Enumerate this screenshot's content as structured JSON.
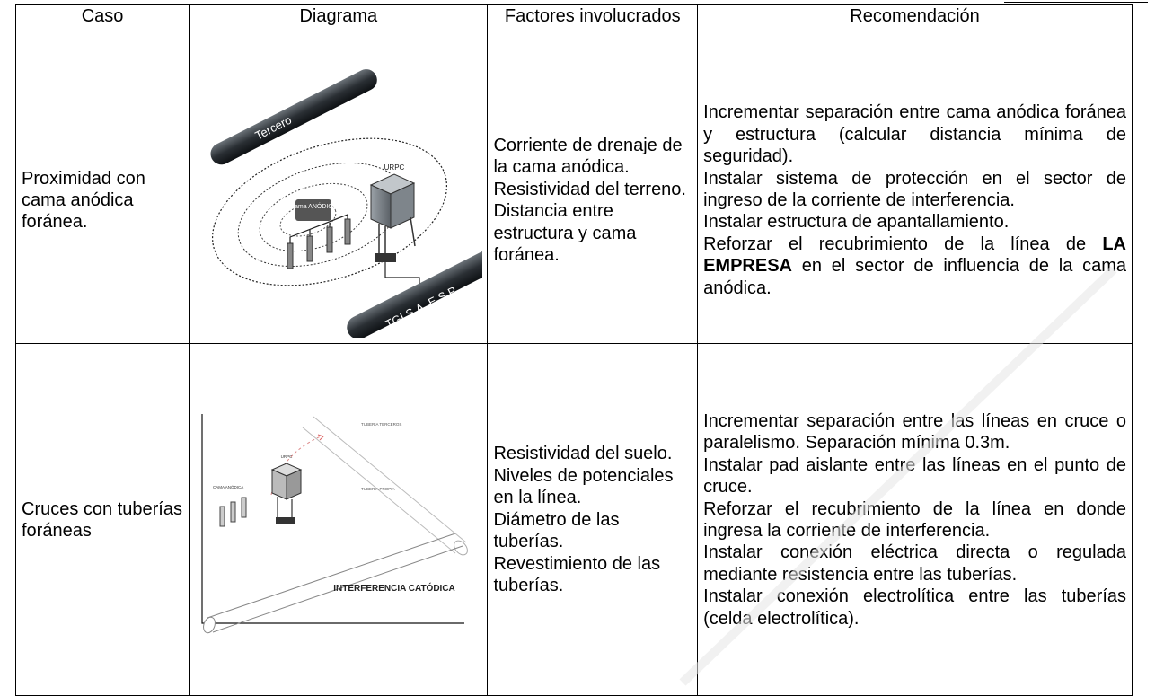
{
  "table": {
    "headers": {
      "caso": "Caso",
      "diagrama": "Diagrama",
      "factores": "Factores involucrados",
      "recomendacion": "Recomendación"
    },
    "rows": [
      {
        "caso": "Proximidad con cama anódica foránea.",
        "diagram_labels": {
          "tercero": "Tercero",
          "urpc": "URPC",
          "cama_anodica": "Cama ANÓDICA",
          "tgi": "TGI S.A. E.S.P."
        },
        "factores": [
          "Corriente de drenaje de la cama anódica.",
          "Resistividad del terreno.",
          "Distancia entre estructura y cama foránea."
        ],
        "recomendaciones": [
          "Incrementar separación entre cama anódica foránea y estructura (calcular distancia mínima de seguridad).",
          "Instalar sistema de protección en el sector de ingreso de la corriente de interferencia.",
          "Instalar estructura de apantallamiento."
        ],
        "recomendacion_final": {
          "pre": "Reforzar el recubrimiento de la línea de",
          "bold": "LA EMPRESA",
          "post": "en el sector de influencia de la cama anódica."
        }
      },
      {
        "caso": "Cruces con tuberías foráneas",
        "diagram_labels": {
          "tuberia_tercero": "TUBERIA TERCEROS",
          "urpc": "URPC",
          "cama_anodica": "CAMA ANÓDICA",
          "tuberia_propia": "TUBERIA PROPIA",
          "interferencia": "INTERFERENCIA CATÓDICA"
        },
        "factores": [
          "Resistividad del suelo.",
          "Niveles de potenciales en la línea.",
          "Diámetro de las tuberías.",
          "Revestimiento de las tuberías."
        ],
        "recomendaciones": [
          "Incrementar separación entre las líneas en cruce o paralelismo. Separación mínima 0.3m.",
          "Instalar pad aislante entre las líneas en el punto de cruce.",
          "Reforzar el recubrimiento de la línea en donde ingresa la corriente de interferencia.",
          "Instalar conexión eléctrica directa o regulada mediante resistencia entre las tuberías.",
          "Instalar conexión electrolítica entre las tuberías (celda electrolítica)."
        ]
      }
    ]
  },
  "watermark": {
    "color": "#e6e6e6"
  }
}
